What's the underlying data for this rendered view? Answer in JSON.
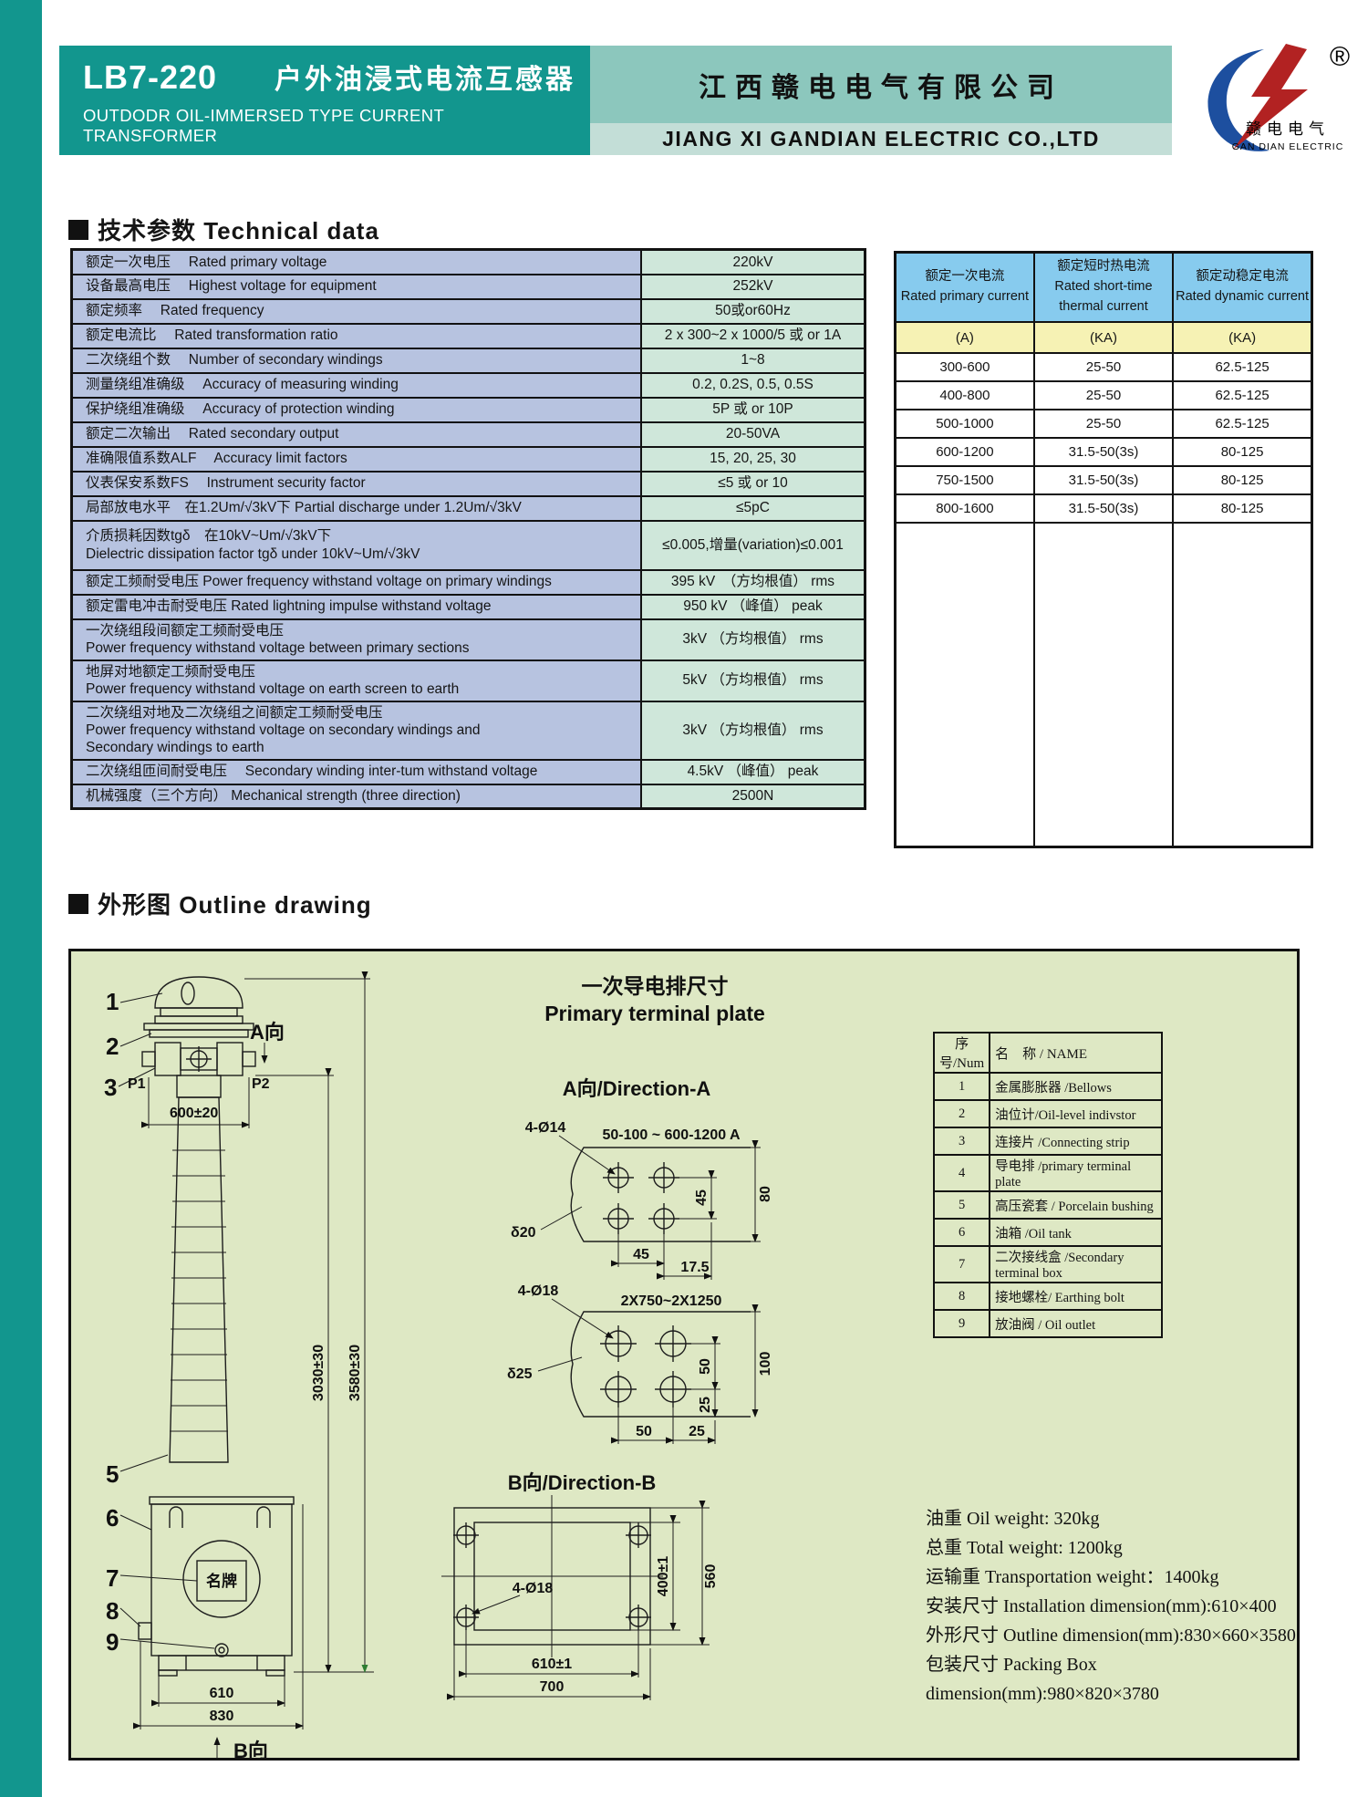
{
  "page": {
    "model": "LB7-220",
    "title_zh": "户外油浸式电流互感器",
    "title_en": "OUTDODR OIL-IMMERSED TYPE CURRENT TRANSFORMER",
    "company_zh": "江西赣电电气有限公司",
    "company_en": "JIANG XI GANDIAN ELECTRIC CO.,LTD",
    "logo": {
      "zh": "赣电电气",
      "en": "GAN DIAN ELECTRIC",
      "reg": "®"
    }
  },
  "sections": {
    "technical": "技术参数 Technical data",
    "outline": "外形图 Outline drawing"
  },
  "tech_table": {
    "rows": [
      {
        "label": "额定一次电压　 Rated primary voltage",
        "value": "220kV"
      },
      {
        "label": "设备最高电压　 Highest voltage for equipment",
        "value": "252kV"
      },
      {
        "label": "额定频率　 Rated frequency",
        "value": "50或or60Hz"
      },
      {
        "label": "额定电流比　 Rated transformation ratio",
        "value": "2 x 300~2 x 1000/5 或 or 1A"
      },
      {
        "label": "二次绕组个数　 Number of secondary windings",
        "value": "1~8"
      },
      {
        "label": "测量绕组准确级　 Accuracy of measuring winding",
        "value": "0.2, 0.2S, 0.5, 0.5S"
      },
      {
        "label": "保护绕组准确级　 Accuracy of protection winding",
        "value": "5P 或 or 10P"
      },
      {
        "label": "额定二次输出　 Rated secondary output",
        "value": "20-50VA"
      },
      {
        "label": "准确限值系数ALF　 Accuracy limit factors",
        "value": "15, 20, 25, 30"
      },
      {
        "label": "仪表保安系数FS　 Instrument security factor",
        "value": "≤5 或 or 10"
      },
      {
        "label": "局部放电水平　在1.2Um/√3kV下  Partial discharge under 1.2Um/√3kV",
        "value": "≤5pC"
      },
      {
        "label": "介质损耗因数tgδ　在10kV~Um/√3kV下\nDielectric dissipation factor tgδ  under 10kV~Um/√3kV",
        "value": "≤0.005,增量(variation)≤0.001"
      },
      {
        "label": "额定工频耐受电压  Power frequency withstand voltage on primary windings",
        "value": "395 kV　（方均根值）  rms"
      },
      {
        "label": "额定雷电冲击耐受电压   Rated lightning impulse withstand voltage",
        "value": "950  kV （峰值） peak"
      },
      {
        "label": "一次绕组段间额定工频耐受电压\nPower frequency withstand voltage between primary sections",
        "value": "3kV （方均根值） rms"
      },
      {
        "label": "地屏对地额定工频耐受电压\nPower frequency withstand voltage on earth screen to earth",
        "value": "5kV （方均根值） rms"
      },
      {
        "label": "二次绕组对地及二次绕组之间额定工频耐受电压\nPower frequency withstand voltage on secondary windings and\nSecondary windings to earth",
        "value": "3kV （方均根值） rms"
      },
      {
        "label": "二次绕组匝间耐受电压　 Secondary winding inter-tum withstand voltage",
        "value": "4.5kV （峰值） peak"
      },
      {
        "label": "机械强度（三个方向）  Mechanical strength (three direction)",
        "value": "2500N"
      }
    ]
  },
  "current_table": {
    "headers": [
      "额定一次电流\nRated primary current",
      "额定短时热电流\nRated short-time\nthermal current",
      "额定动稳定电流\nRated dynamic current"
    ],
    "units": [
      "(A)",
      "(KA)",
      "(KA)"
    ],
    "rows": [
      [
        "300-600",
        "25-50",
        "62.5-125"
      ],
      [
        "400-800",
        "25-50",
        "62.5-125"
      ],
      [
        "500-1000",
        "25-50",
        "62.5-125"
      ],
      [
        "600-1200",
        "31.5-50(3s)",
        "80-125"
      ],
      [
        "750-1500",
        "31.5-50(3s)",
        "80-125"
      ],
      [
        "800-1600",
        "31.5-50(3s)",
        "80-125"
      ]
    ]
  },
  "parts_table": {
    "header_num": "序号/Num",
    "header_name": "名　称 / NAME",
    "rows": [
      {
        "num": "1",
        "name": "金属膨胀器 /Bellows"
      },
      {
        "num": "2",
        "name": "油位计/Oil-level indivstor"
      },
      {
        "num": "3",
        "name": "连接片 /Connecting strip"
      },
      {
        "num": "4",
        "name": "导电排 /primary terminal plate"
      },
      {
        "num": "5",
        "name": "高压瓷套 / Porcelain bushing"
      },
      {
        "num": "6",
        "name": "油箱 /Oil tank"
      },
      {
        "num": "7",
        "name": "二次接线盒 /Secondary terminal box"
      },
      {
        "num": "8",
        "name": "接地螺栓/ Earthing bolt"
      },
      {
        "num": "9",
        "name": "放油阀 / Oil outlet"
      }
    ]
  },
  "weights": [
    "油重  Oil weight: 320kg",
    "总重  Total weight: 1200kg",
    "运输重  Transportation weight：1400kg",
    "安装尺寸 Installation dimension(mm):610×400",
    "外形尺寸 Outline dimension(mm):830×660×3580",
    "包装尺寸 Packing Box dimension(mm):980×820×3780"
  ],
  "drawing": {
    "title_zh": "一次导电排尺寸",
    "title_en": "Primary terminal plate",
    "direction_a": "A向/Direction-A",
    "direction_b": "B向/Direction-B",
    "plate_a": {
      "holes": "4-Ø14",
      "range": "50-100 ~ 600-1200 A",
      "thickness": "δ20",
      "dim_v1": "45",
      "dim_v2": "80",
      "dim_h1": "45",
      "dim_h2": "17.5"
    },
    "plate_b": {
      "holes": "4-Ø18",
      "range": "2X750~2X1250",
      "thickness": "δ25",
      "dim_v1": "50",
      "dim_v2": "100",
      "dim_v3": "25",
      "dim_h1": "50",
      "dim_h2": "25"
    },
    "tank_view": {
      "holes": "4-Ø18",
      "dim_inner_w": "610±1",
      "dim_outer_w": "700",
      "dim_inner_h": "400±1",
      "dim_outer_h": "560"
    },
    "side_view": {
      "callout_1": "1",
      "callout_2": "2",
      "callout_3": "3",
      "callout_5": "5",
      "callout_6": "6",
      "callout_7": "7",
      "callout_8": "8",
      "callout_9": "9",
      "p1": "P1",
      "p2": "P2",
      "a_dir": "A向",
      "b_dir": "B向",
      "dim_top": "600±20",
      "dim_h1": "3030±30",
      "dim_h2": "3580±30",
      "nameplate": "名牌",
      "dim_b1": "610",
      "dim_b2": "830"
    }
  }
}
